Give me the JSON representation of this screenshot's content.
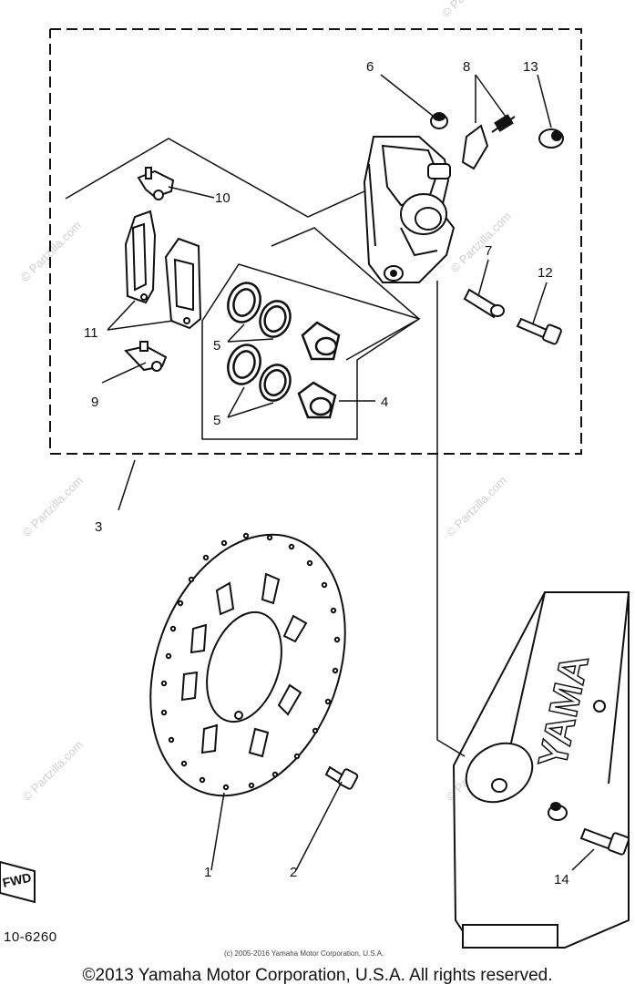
{
  "diagram": {
    "callouts": [
      "1",
      "2",
      "3",
      "4",
      "5",
      "5",
      "6",
      "7",
      "8",
      "9",
      "10",
      "11",
      "12",
      "13",
      "14"
    ],
    "fwd_label": "FWD",
    "figure_code": "10-6260",
    "fork_brand": "YAMA",
    "watermark_text": "© Partzilla.com",
    "small_copyright": "(c) 2005-2016 Yamaha Motor Corporation, U.S.A."
  },
  "footer": {
    "copyright": "©2013 Yamaha Motor Corporation, U.S.A. All rights reserved."
  },
  "colors": {
    "ink": "#111111",
    "watermark": "#cfcfcf",
    "background": "#ffffff"
  }
}
